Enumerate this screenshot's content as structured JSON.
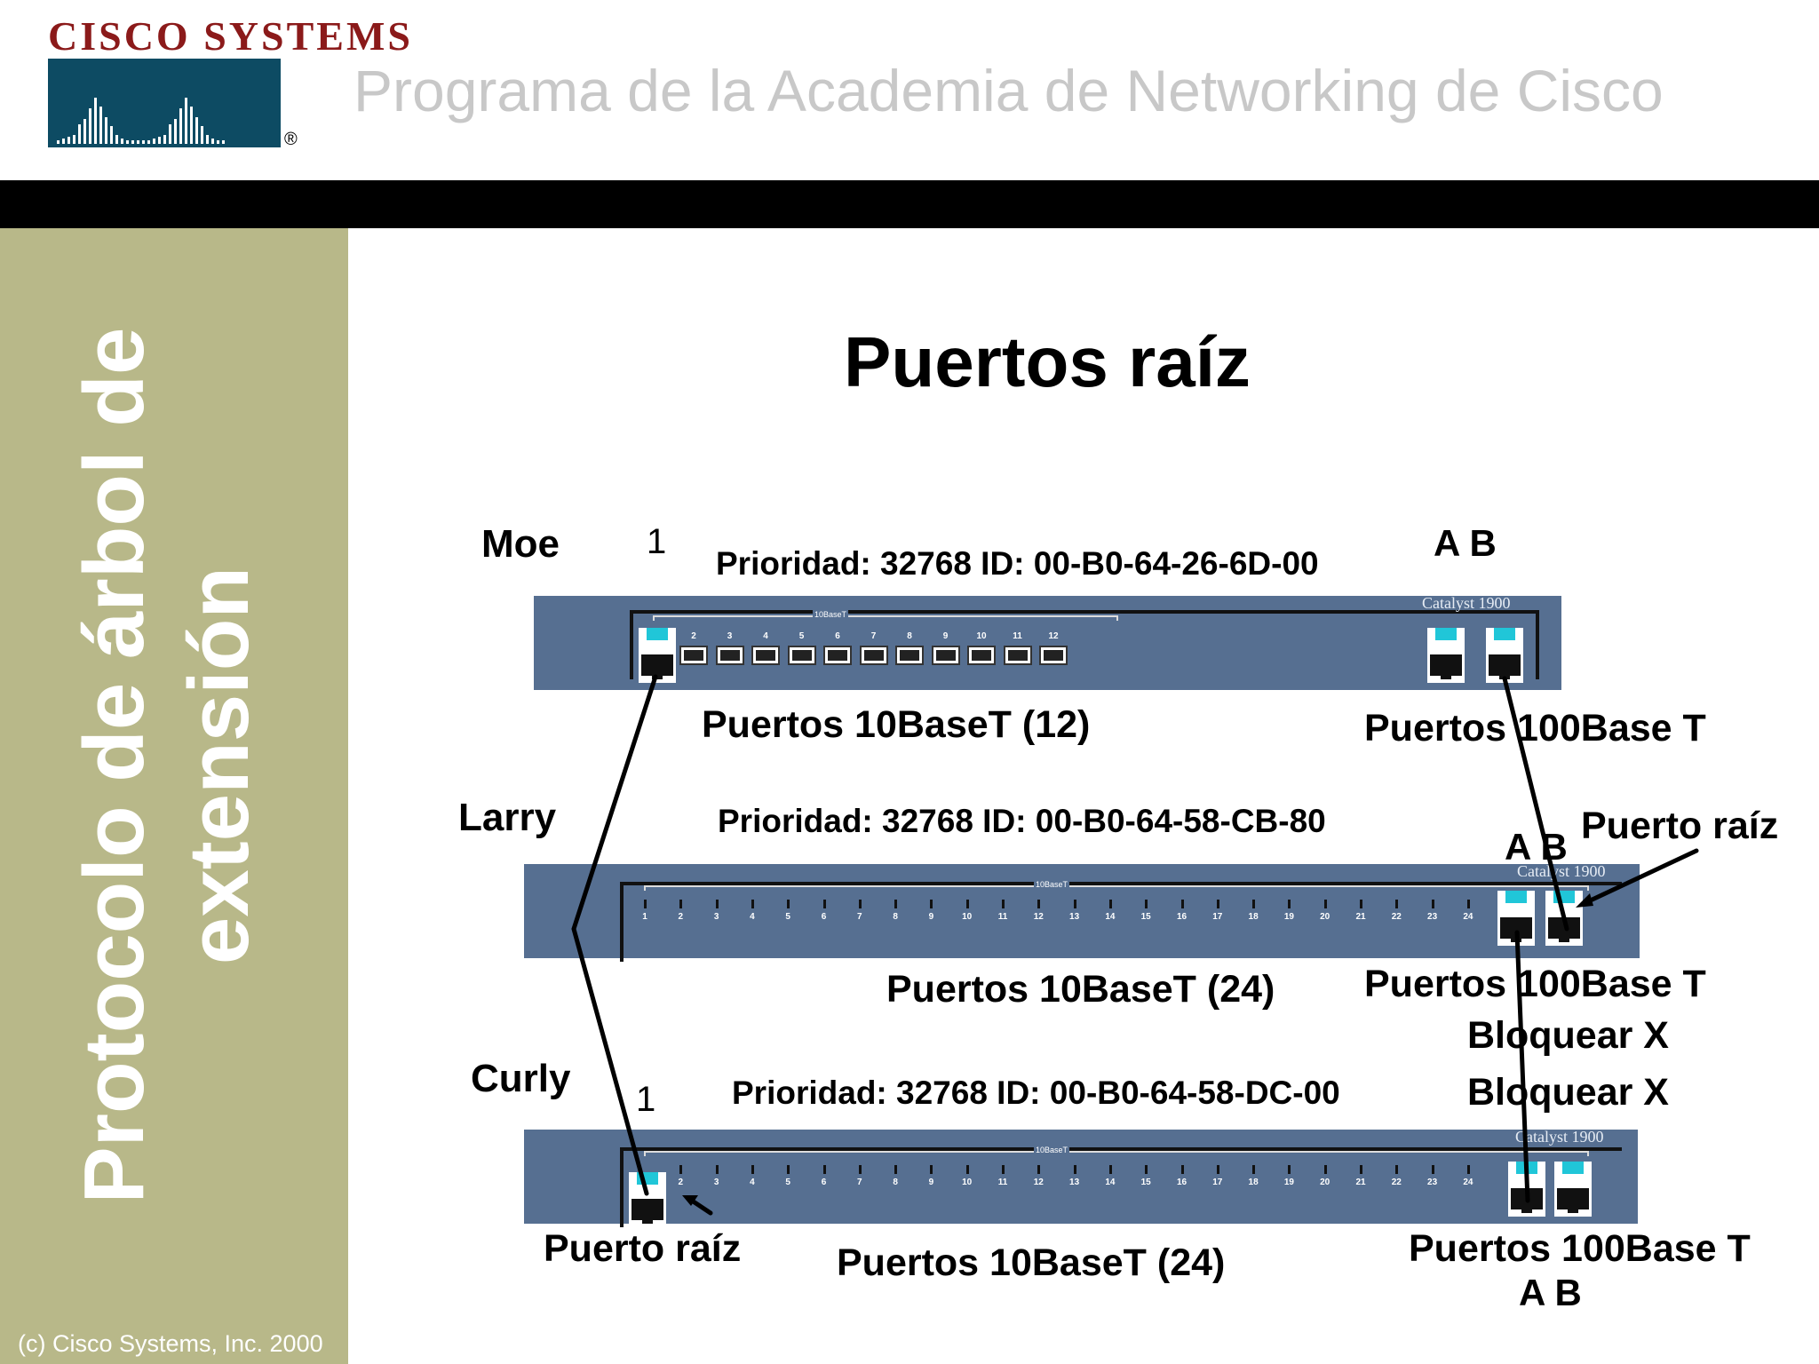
{
  "header": {
    "logo_text": "Cisco Systems",
    "title": "Programa de la Academia de Networking de Cisco"
  },
  "sidebar": {
    "title": "Protocolo de árbol de extensión",
    "copyright": "(c) Cisco Systems, Inc. 2000"
  },
  "slide": {
    "title": "Puertos raíz",
    "switches": {
      "moe": {
        "name": "Moe",
        "port_digit": "1",
        "info": "Prioridad: 32768 ID: 00-B0-64-26-6D-00",
        "uplink_label": "A B",
        "label_10": "Puertos 10BaseT (12)",
        "label_100": "Puertos 100Base T",
        "model": "Catalyst 1900",
        "band_label": "10BaseT",
        "port_numbers": [
          "2",
          "3",
          "4",
          "5",
          "6",
          "7",
          "8",
          "9",
          "10",
          "11",
          "12"
        ]
      },
      "larry": {
        "name": "Larry",
        "info": "Prioridad: 32768 ID: 00-B0-64-58-CB-80",
        "uplink_label": "A B",
        "root_label": "Puerto raíz",
        "label_10": "Puertos 10BaseT (24)",
        "label_100": "Puertos 100Base T",
        "block_1": "Bloquear X",
        "model": "Catalyst 1900",
        "band_label": "10BaseT",
        "port_numbers": [
          "1",
          "2",
          "3",
          "4",
          "5",
          "6",
          "7",
          "8",
          "9",
          "10",
          "11",
          "12",
          "13",
          "14",
          "15",
          "16",
          "17",
          "18",
          "19",
          "20",
          "21",
          "22",
          "23",
          "24"
        ]
      },
      "curly": {
        "name": "Curly",
        "port_digit": "1",
        "info": "Prioridad: 32768 ID: 00-B0-64-58-DC-00",
        "block_2": "Bloquear X",
        "root_label": "Puerto raíz",
        "label_10": "Puertos 10BaseT (24)",
        "label_100": "Puertos 100Base T",
        "uplink_label": "A B",
        "model": "Catalyst 1900",
        "band_label": "10BaseT",
        "port_numbers": [
          "2",
          "3",
          "4",
          "5",
          "6",
          "7",
          "8",
          "9",
          "10",
          "11",
          "12",
          "13",
          "14",
          "15",
          "16",
          "17",
          "18",
          "19",
          "20",
          "21",
          "22",
          "23",
          "24"
        ]
      }
    }
  },
  "colors": {
    "logo_red": "#8b1a1a",
    "logo_blue": "#0d4b63",
    "side_panel": "#b8b889",
    "switch_body": "#566f91",
    "port_highlight": "#20c6d8"
  }
}
